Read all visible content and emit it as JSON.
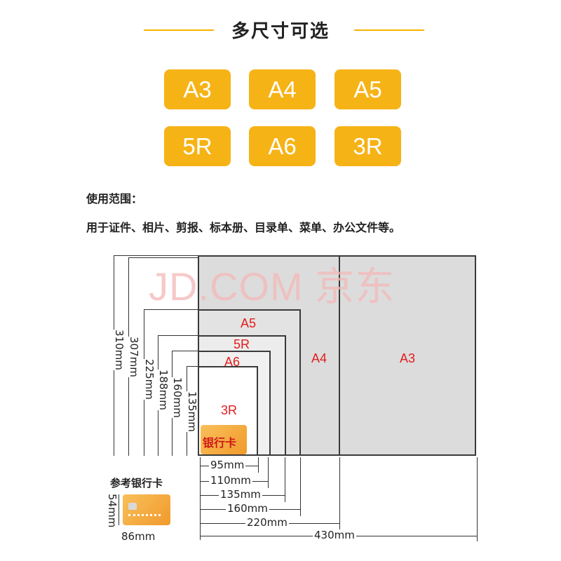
{
  "header": {
    "title": "多尺寸可选"
  },
  "sizes": [
    "A3",
    "A4",
    "A5",
    "5R",
    "A6",
    "3R"
  ],
  "usage": {
    "label": "使用范围：",
    "text": "用于证件、相片、剪报、标本册、目录单、菜单、办公文件等。"
  },
  "watermark": "JD.COM 京东",
  "diagram": {
    "labels": {
      "a3": "A3",
      "a4": "A4",
      "a5": "A5",
      "r5": "5R",
      "a6": "A6",
      "r3": "3R"
    },
    "card_inside": "银行卡",
    "widths": [
      "95mm",
      "110mm",
      "135mm",
      "160mm",
      "220mm",
      "430mm"
    ],
    "heights": [
      "310mm",
      "307mm",
      "225mm",
      "188mm",
      "160mm",
      "135mm"
    ],
    "ref_card": {
      "label": "参考银行卡",
      "width": "86mm",
      "height": "54mm"
    }
  },
  "colors": {
    "accent": "#f6b316",
    "label_red": "#e31c1c",
    "sheet_gray": "#dcdcdc"
  }
}
